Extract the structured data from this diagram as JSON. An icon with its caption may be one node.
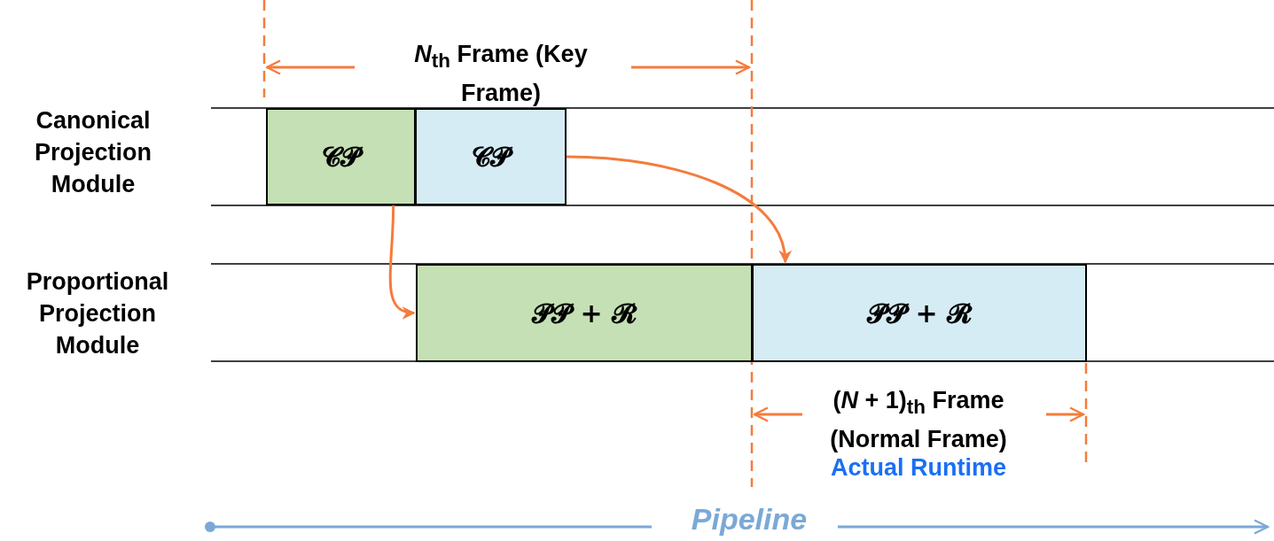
{
  "diagram": {
    "nodes": [
      {
        "text": [
          "𝓒𝓟"
        ]
      },
      {
        "text": [
          "𝓒𝓟"
        ]
      },
      {
        "text": [
          "𝓟𝓟 + 𝓡"
        ]
      },
      {
        "text": [
          "𝓟𝓟 + 𝓡"
        ]
      }
    ],
    "edges": [
      {
        "from": 0,
        "to": 2,
        "arrow": "to"
      },
      {
        "from": 1,
        "to": 3,
        "arrow": "to"
      }
    ],
    "labels": [
      "Canonical Projection Module",
      "Proportional Projection Module",
      "*N*$_{th}$ Frame (Key Frame)",
      "(*N* + 1)$_{th}$ Frame (Normal Frame)",
      "Actual Runtime",
      "Pipeline"
    ]
  }
}
